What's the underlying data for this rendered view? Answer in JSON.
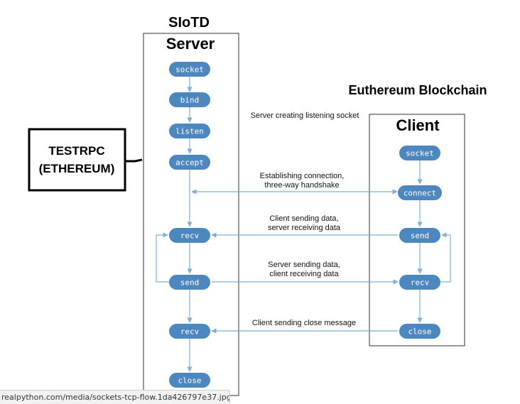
{
  "diagram_title": "SIoTD",
  "server": {
    "heading": "Server",
    "steps": [
      "socket",
      "bind",
      "listen",
      "accept",
      "recv",
      "send",
      "recv",
      "close"
    ]
  },
  "blockchain_heading": "Euthereum Blockchain",
  "client": {
    "heading": "Client",
    "steps": [
      "socket",
      "connect",
      "send",
      "recv",
      "close"
    ]
  },
  "testrpc": {
    "line1": "TESTRPC",
    "line2": "(ETHEREUM)"
  },
  "messages": {
    "listening": "Server creating listening socket",
    "handshake_1": "Establishing connection,",
    "handshake_2": "three-way handshake",
    "client_send_1": "Client sending data,",
    "client_send_2": "server receiving data",
    "server_send_1": "Server sending data,",
    "server_send_2": "client receiving data",
    "close_msg": "Client sending close message"
  },
  "status_bar": {
    "url": "realpython.com/media/sockets-tcp-flow.1da426797e37.jpg"
  },
  "colors": {
    "pill": "#4d87bf",
    "connector": "#7fb0d8"
  }
}
